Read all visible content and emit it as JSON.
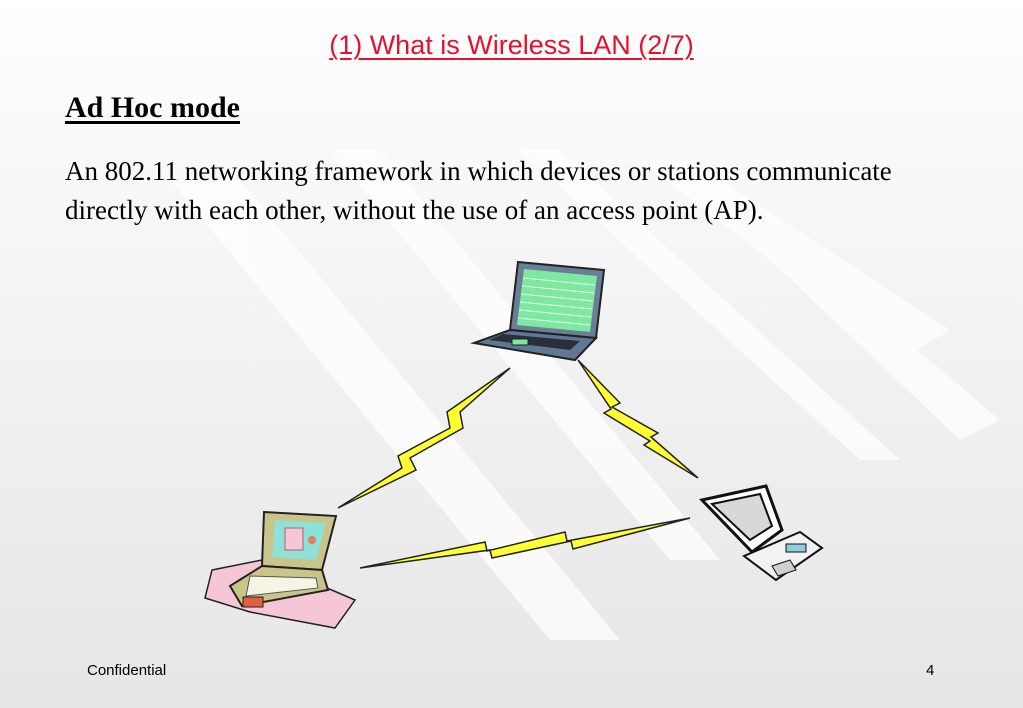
{
  "slide": {
    "title": "(1) What is Wireless LAN  (2/7)",
    "subtitle": "Ad Hoc mode",
    "body": "An 802.11 networking framework in which devices or stations communicate directly with each other, without the use of an access point (AP).",
    "footer_label": "Confidential",
    "page_number": "4"
  },
  "diagram": {
    "devices": [
      "laptop-icon",
      "notebook-computer-icon",
      "handheld-device-icon"
    ],
    "links": [
      "lightning-bolt-icon",
      "lightning-bolt-icon",
      "lightning-bolt-icon"
    ],
    "colors": {
      "bolt": "#ffff33",
      "screen_green": "#7ee8a0",
      "title_red": "#e8102a"
    }
  }
}
